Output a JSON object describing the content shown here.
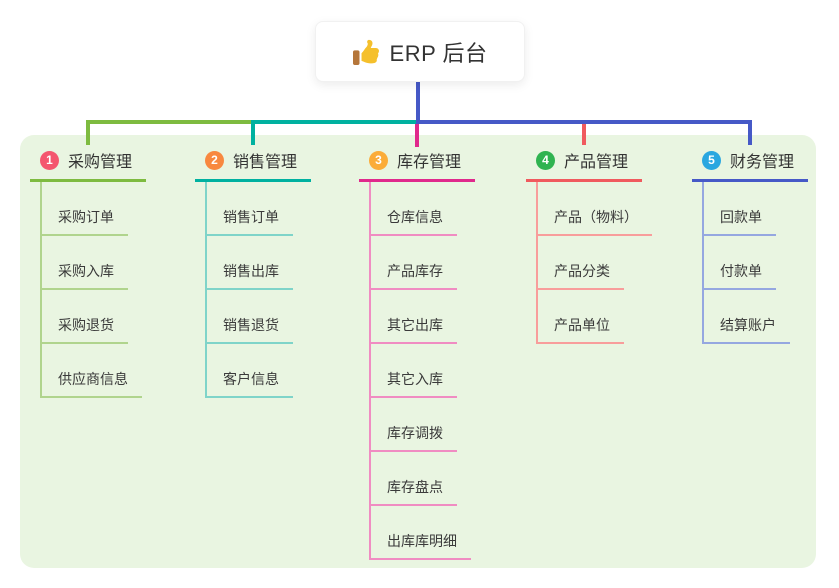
{
  "root": {
    "label": "ERP 后台",
    "icon": "thumbs-up-icon"
  },
  "branches": [
    {
      "num": "1",
      "label": "采购管理",
      "badge_color": "#f4566e",
      "line_color": "#7ebb40",
      "child_line_color": "#b0d48d",
      "children": [
        "采购订单",
        "采购入库",
        "采购退货",
        "供应商信息"
      ]
    },
    {
      "num": "2",
      "label": "销售管理",
      "badge_color": "#f8883f",
      "line_color": "#00b1a0",
      "child_line_color": "#7fd4c9",
      "children": [
        "销售订单",
        "销售出库",
        "销售退货",
        "客户信息"
      ]
    },
    {
      "num": "3",
      "label": "库存管理",
      "badge_color": "#fbac38",
      "line_color": "#e0298c",
      "child_line_color": "#f08cc2",
      "children": [
        "仓库信息",
        "产品库存",
        "其它出库",
        "其它入库",
        "库存调拨",
        "库存盘点",
        "出库库明细"
      ]
    },
    {
      "num": "4",
      "label": "产品管理",
      "badge_color": "#2fb350",
      "line_color": "#f05a5e",
      "child_line_color": "#f89d9b",
      "children": [
        "产品（物料）",
        "产品分类",
        "产品单位"
      ]
    },
    {
      "num": "5",
      "label": "财务管理",
      "badge_color": "#2aa7e0",
      "line_color": "#4659c7",
      "child_line_color": "#95a7e0",
      "children": [
        "回款单",
        "付款单",
        "结算账户"
      ]
    }
  ],
  "colors": {
    "page_bg": "#ffffff",
    "canvas_bg": "#e9f5e1",
    "stem": "#4659c7",
    "header_text": "#333333",
    "child_text": "#3a3a3a",
    "root_text": "#333333",
    "thumb_yellow": "#f5c02c",
    "thumb_sleeve": "#b5763a"
  }
}
